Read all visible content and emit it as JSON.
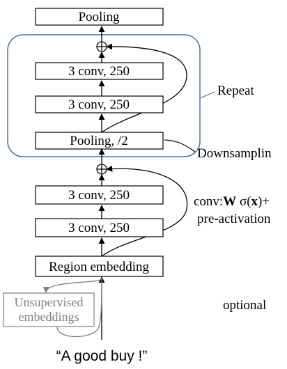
{
  "blocks": {
    "pooling_top": "Pooling",
    "conv_repeat_upper": "3 conv, 250",
    "conv_repeat_lower": "3 conv, 250",
    "pooling_half": "Pooling, /2",
    "conv_upper": "3 conv, 250",
    "conv_lower": "3 conv, 250",
    "region_embedding": "Region embedding",
    "unsupervised_line1": "Unsupervised",
    "unsupervised_line2": "embeddings"
  },
  "annotations": {
    "repeat": "Repeat",
    "downsampling": "Downsamplin",
    "conv_formula_prefix": "conv:",
    "conv_formula_w": "W",
    "conv_formula_sigma": " σ(",
    "conv_formula_x": "x",
    "conv_formula_suffix": ")+",
    "pre_activation": "pre-activation",
    "optional": "optional"
  },
  "input_text": "“A good buy !”",
  "colors": {
    "repeat_group_border": "#4a74a8",
    "unsupervised_gray": "#7f7f7f",
    "line": "#000000"
  }
}
